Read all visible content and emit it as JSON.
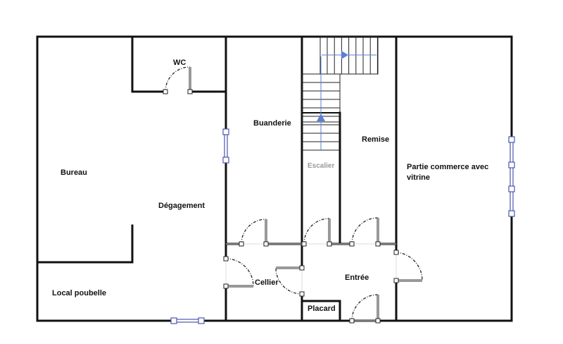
{
  "rooms": {
    "wc": "WC",
    "buanderie": "Buanderie",
    "remise": "Remise",
    "escalier": "Escalier",
    "bureau": "Bureau",
    "degagement": "Dégagement",
    "commerce_line1": "Partie commerce avec",
    "commerce_line2": "vitrine",
    "local_poubelle": "Local poubelle",
    "cellier": "Cellier",
    "entree": "Entrée",
    "placard": "Placard"
  },
  "colors": {
    "walls": "#111111",
    "stair_arrows": "#5b7fd6",
    "windows": "#4a56b0"
  }
}
